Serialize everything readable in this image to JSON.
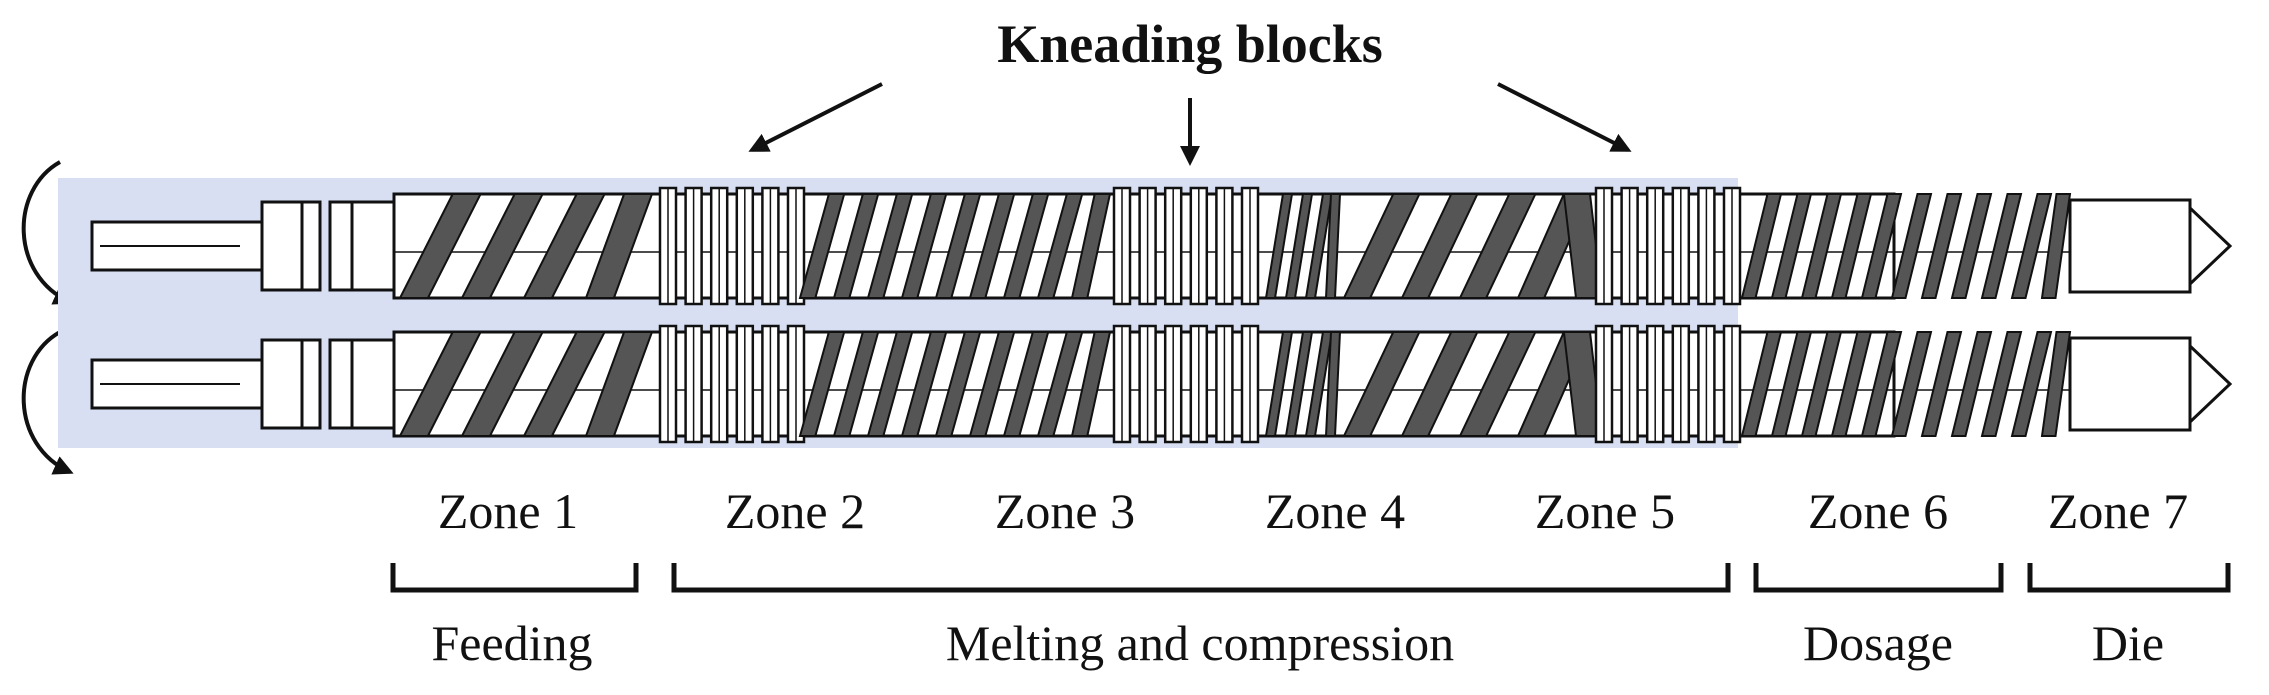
{
  "title": "Kneading blocks",
  "zones": [
    "Zone 1",
    "Zone 2",
    "Zone 3",
    "Zone 4",
    "Zone 5",
    "Zone 6",
    "Zone 7"
  ],
  "phases": [
    "Feeding",
    "Melting and compression",
    "Dosage",
    "Die"
  ],
  "colors": {
    "screw_background": "#d8dff2",
    "line": "#111111",
    "text": "#111111"
  }
}
